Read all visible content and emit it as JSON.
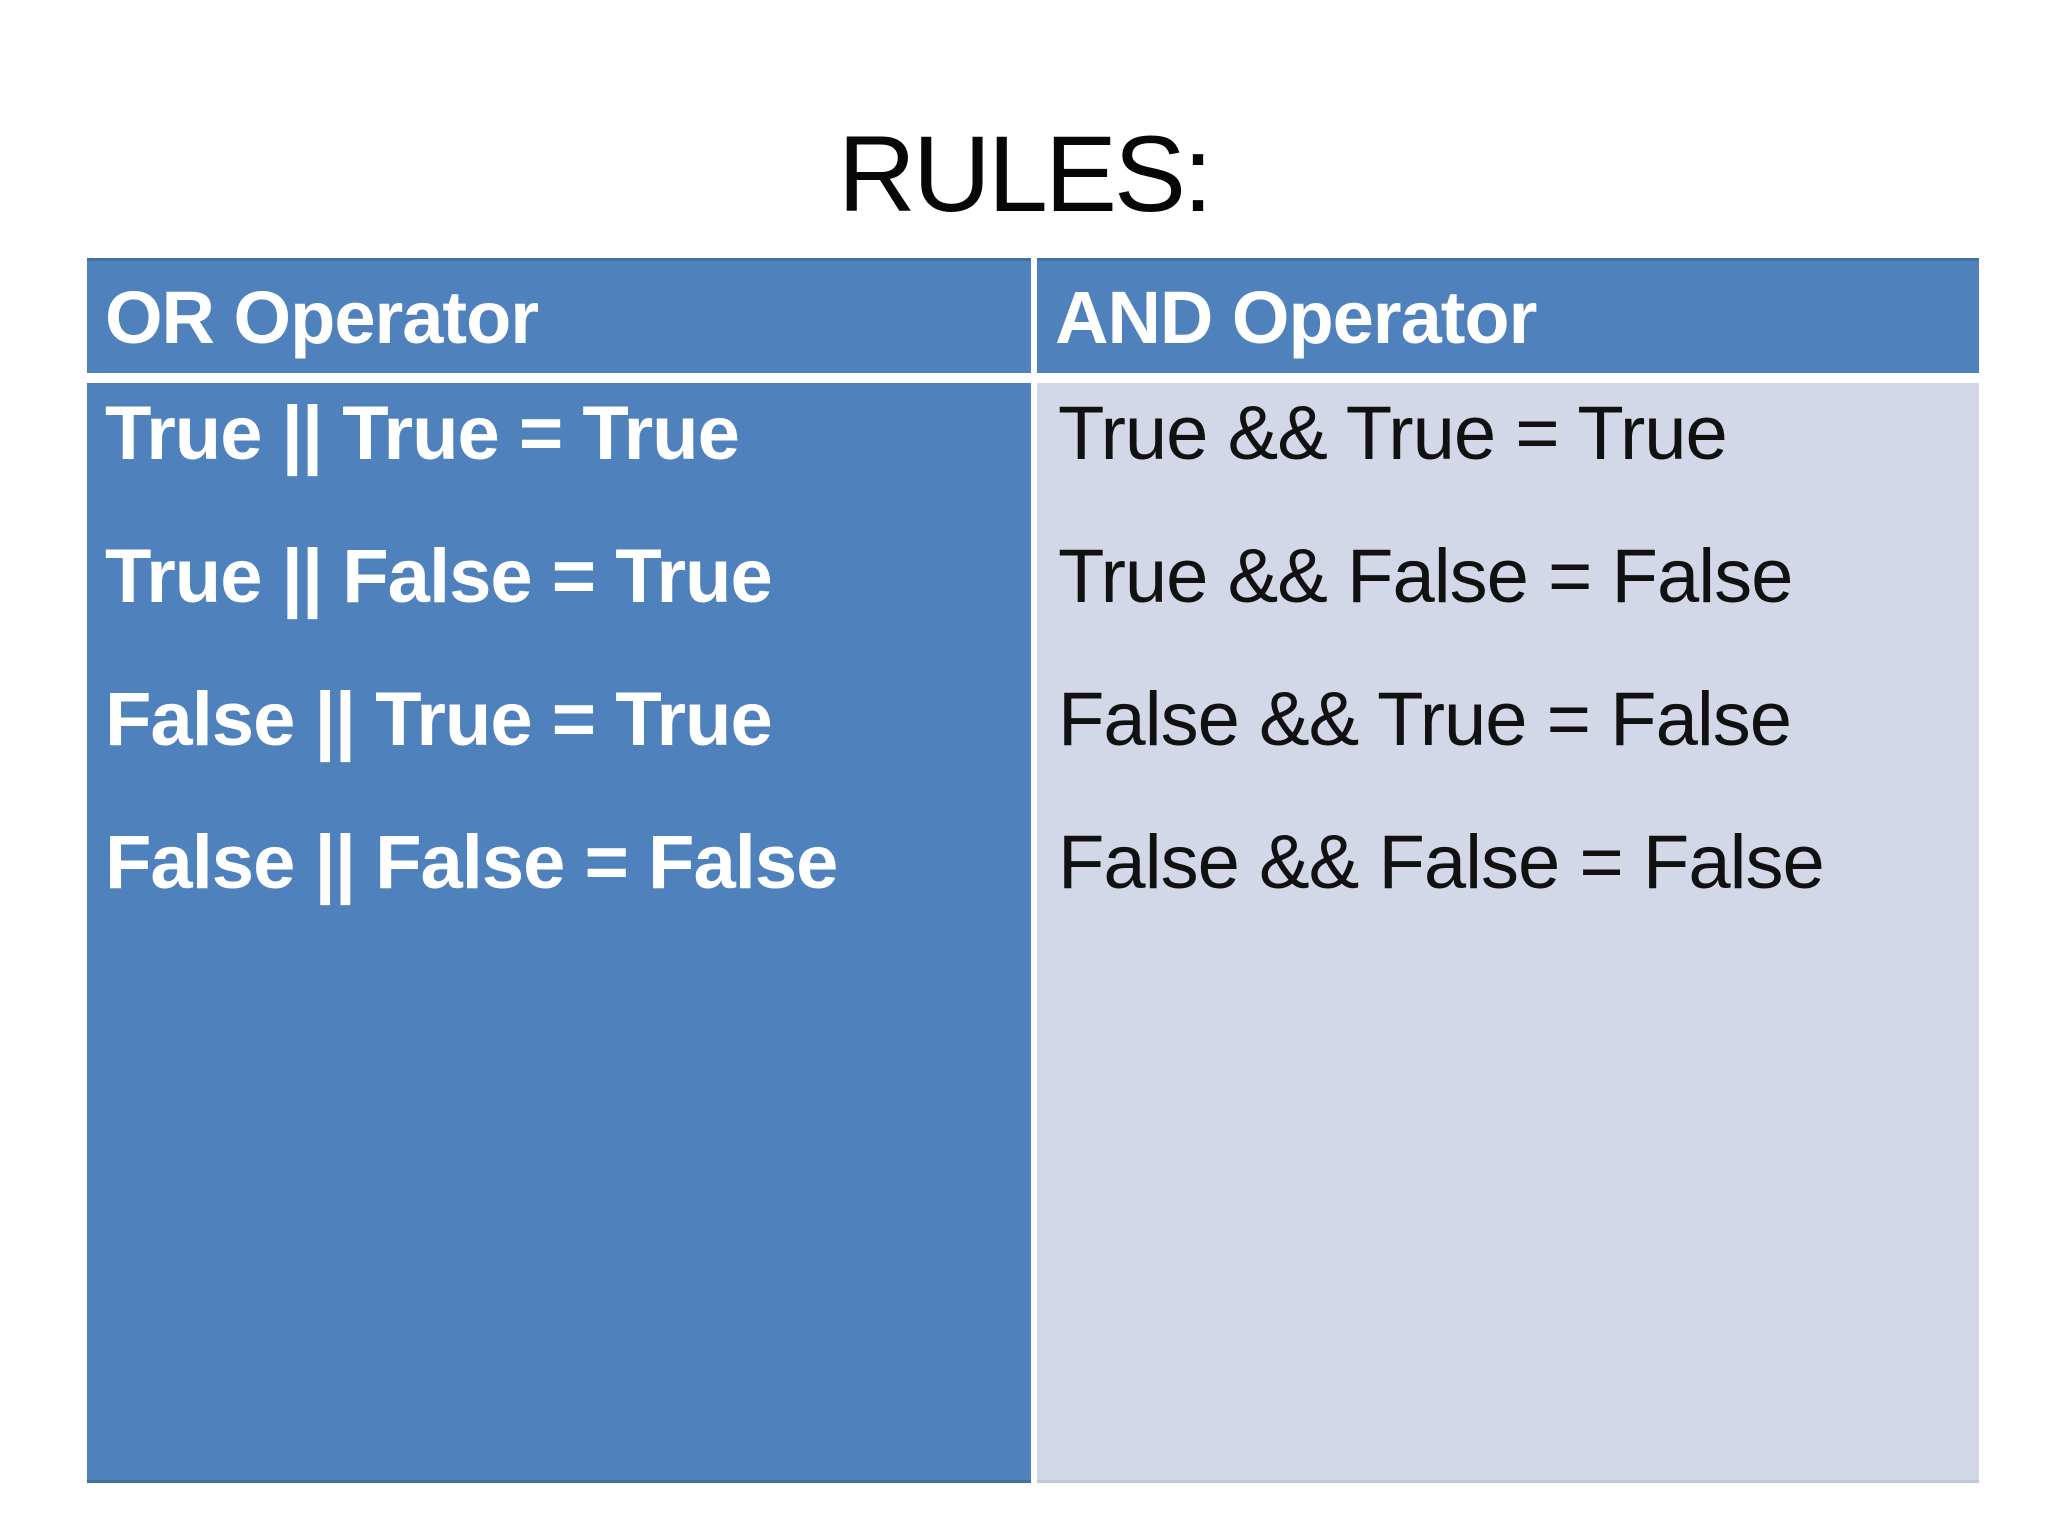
{
  "title": "RULES:",
  "table": {
    "columns": [
      {
        "header": "OR Operator",
        "rows": [
          "True || True = True",
          "True || False = True",
          "False || True = True",
          "False || False = False"
        ]
      },
      {
        "header": "AND Operator",
        "rows": [
          "True && True = True",
          "True && False = False",
          "False && True = False",
          "False && False = False"
        ]
      }
    ]
  },
  "colors": {
    "header_fill": "#4F81BD",
    "or_column_fill": "#4F81BD",
    "and_column_fill": "#D2D8E8",
    "header_text": "#FFFFFF",
    "or_text": "#FFFFFF",
    "and_text": "#111111",
    "title_text": "#070707",
    "background": "#FFFFFF"
  }
}
